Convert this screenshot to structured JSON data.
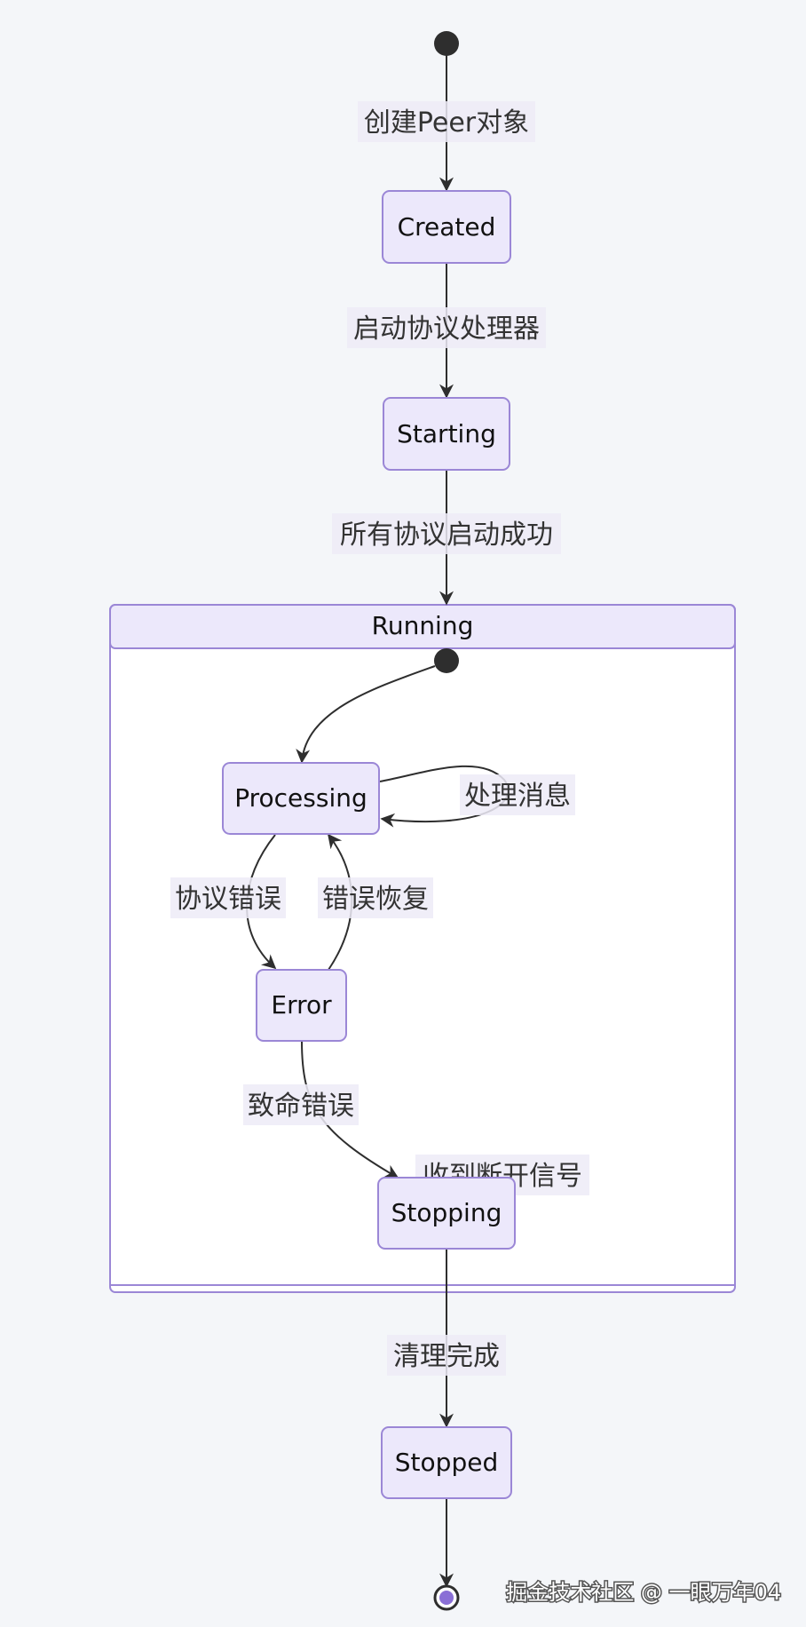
{
  "diagram": {
    "states": {
      "created": "Created",
      "starting": "Starting",
      "running": "Running",
      "processing": "Processing",
      "error": "Error",
      "stopping": "Stopping",
      "stopped": "Stopped"
    },
    "transitions": {
      "create_peer": "创建Peer对象",
      "start_handlers": "启动协议处理器",
      "all_started": "所有协议启动成功",
      "handle_message": "处理消息",
      "protocol_error": "协议错误",
      "error_recovery": "错误恢复",
      "fatal_error": "致命错误",
      "disconnect_signal": "收到断开信号",
      "cleanup_done": "清理完成"
    }
  },
  "watermark": "掘金技术社区 @ 一眼万年04",
  "colors": {
    "state_fill": "#ece8fb",
    "state_stroke": "#9b87d6",
    "edge": "#2e2e2e",
    "end_dot": "#8a6fd6"
  }
}
